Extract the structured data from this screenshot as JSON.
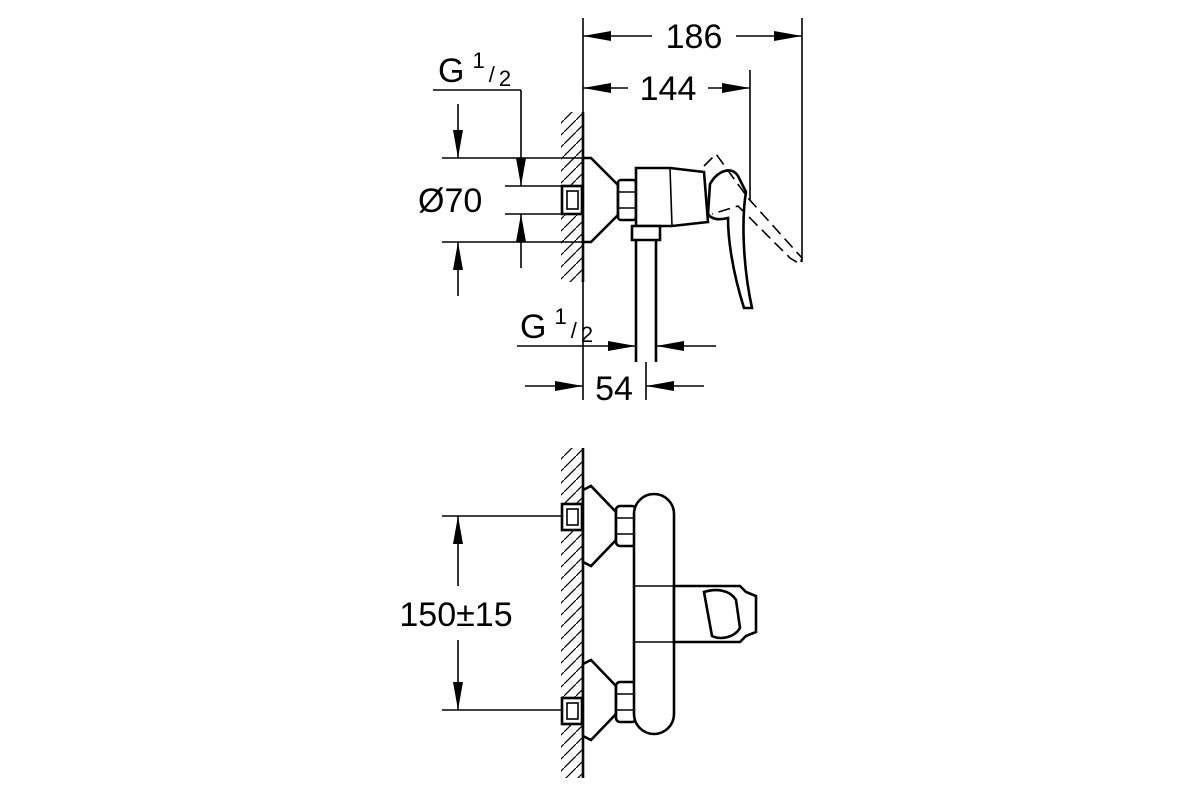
{
  "drawing": {
    "side_view": {
      "dim_total_depth": "186",
      "dim_handle_depth": "144",
      "dim_wall_offset": "54",
      "dim_escutcheon_diameter": "Ø70",
      "thread_inlet": {
        "base": "G",
        "num": "1",
        "den": "2"
      },
      "thread_outlet": {
        "base": "G",
        "num": "1",
        "den": "2"
      }
    },
    "front_view": {
      "dim_center_distance": "150±15"
    },
    "colors": {
      "line": "#000000",
      "background": "#ffffff"
    }
  }
}
